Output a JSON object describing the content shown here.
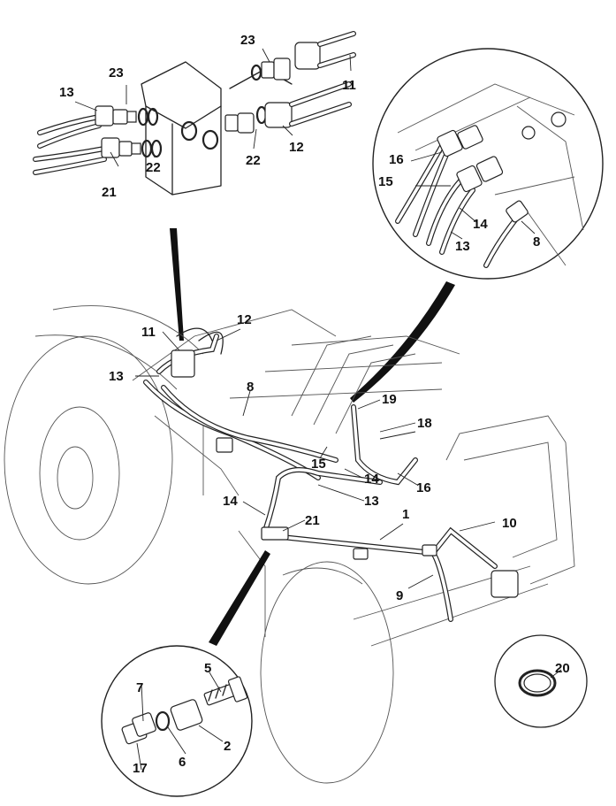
{
  "diagram": {
    "callouts": {
      "c1": "1",
      "c2": "2",
      "c5": "5",
      "c6": "6",
      "c7": "7",
      "c8a": "8",
      "c8b": "8",
      "c9": "9",
      "c10": "10",
      "c11a": "11",
      "c11b": "11",
      "c12a": "12",
      "c12b": "12",
      "c13a": "13",
      "c13b": "13",
      "c13c": "13",
      "c13d": "13",
      "c14a": "14",
      "c14b": "14",
      "c14c": "14",
      "c15a": "15",
      "c15b": "15",
      "c16a": "16",
      "c16b": "16",
      "c17": "17",
      "c18": "18",
      "c19": "19",
      "c20": "20",
      "c21a": "21",
      "c21b": "21",
      "c22a": "22",
      "c22b": "22",
      "c23a": "23",
      "c23b": "23"
    }
  }
}
